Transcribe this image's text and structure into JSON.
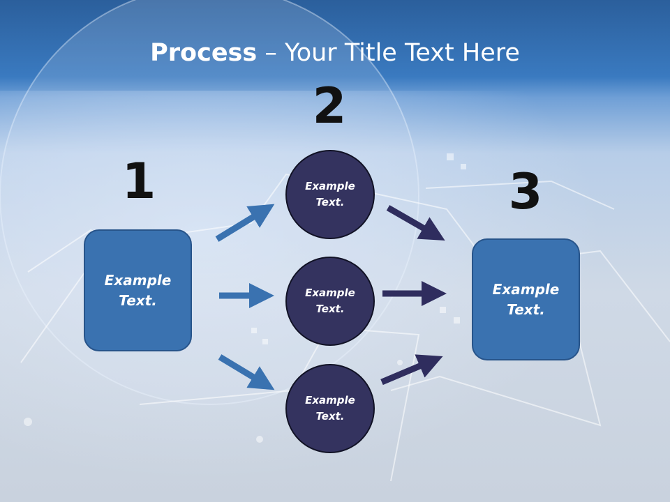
{
  "title": {
    "bold": "Process",
    "separator": " – ",
    "rest": "Your Title Text Here"
  },
  "steps": [
    {
      "number": "1",
      "label": "Example Text."
    },
    {
      "number": "2",
      "label": "Example Text."
    },
    {
      "number": "3",
      "label": "Example Text."
    }
  ],
  "middle_nodes": [
    {
      "label": "Example Text."
    },
    {
      "label": "Example Text."
    },
    {
      "label": "Example Text."
    }
  ],
  "colors": {
    "box_fill": "#3a72b0",
    "circle_fill": "#34335f",
    "arrow_left": "#3a72b0",
    "arrow_right": "#2f2d5e"
  }
}
